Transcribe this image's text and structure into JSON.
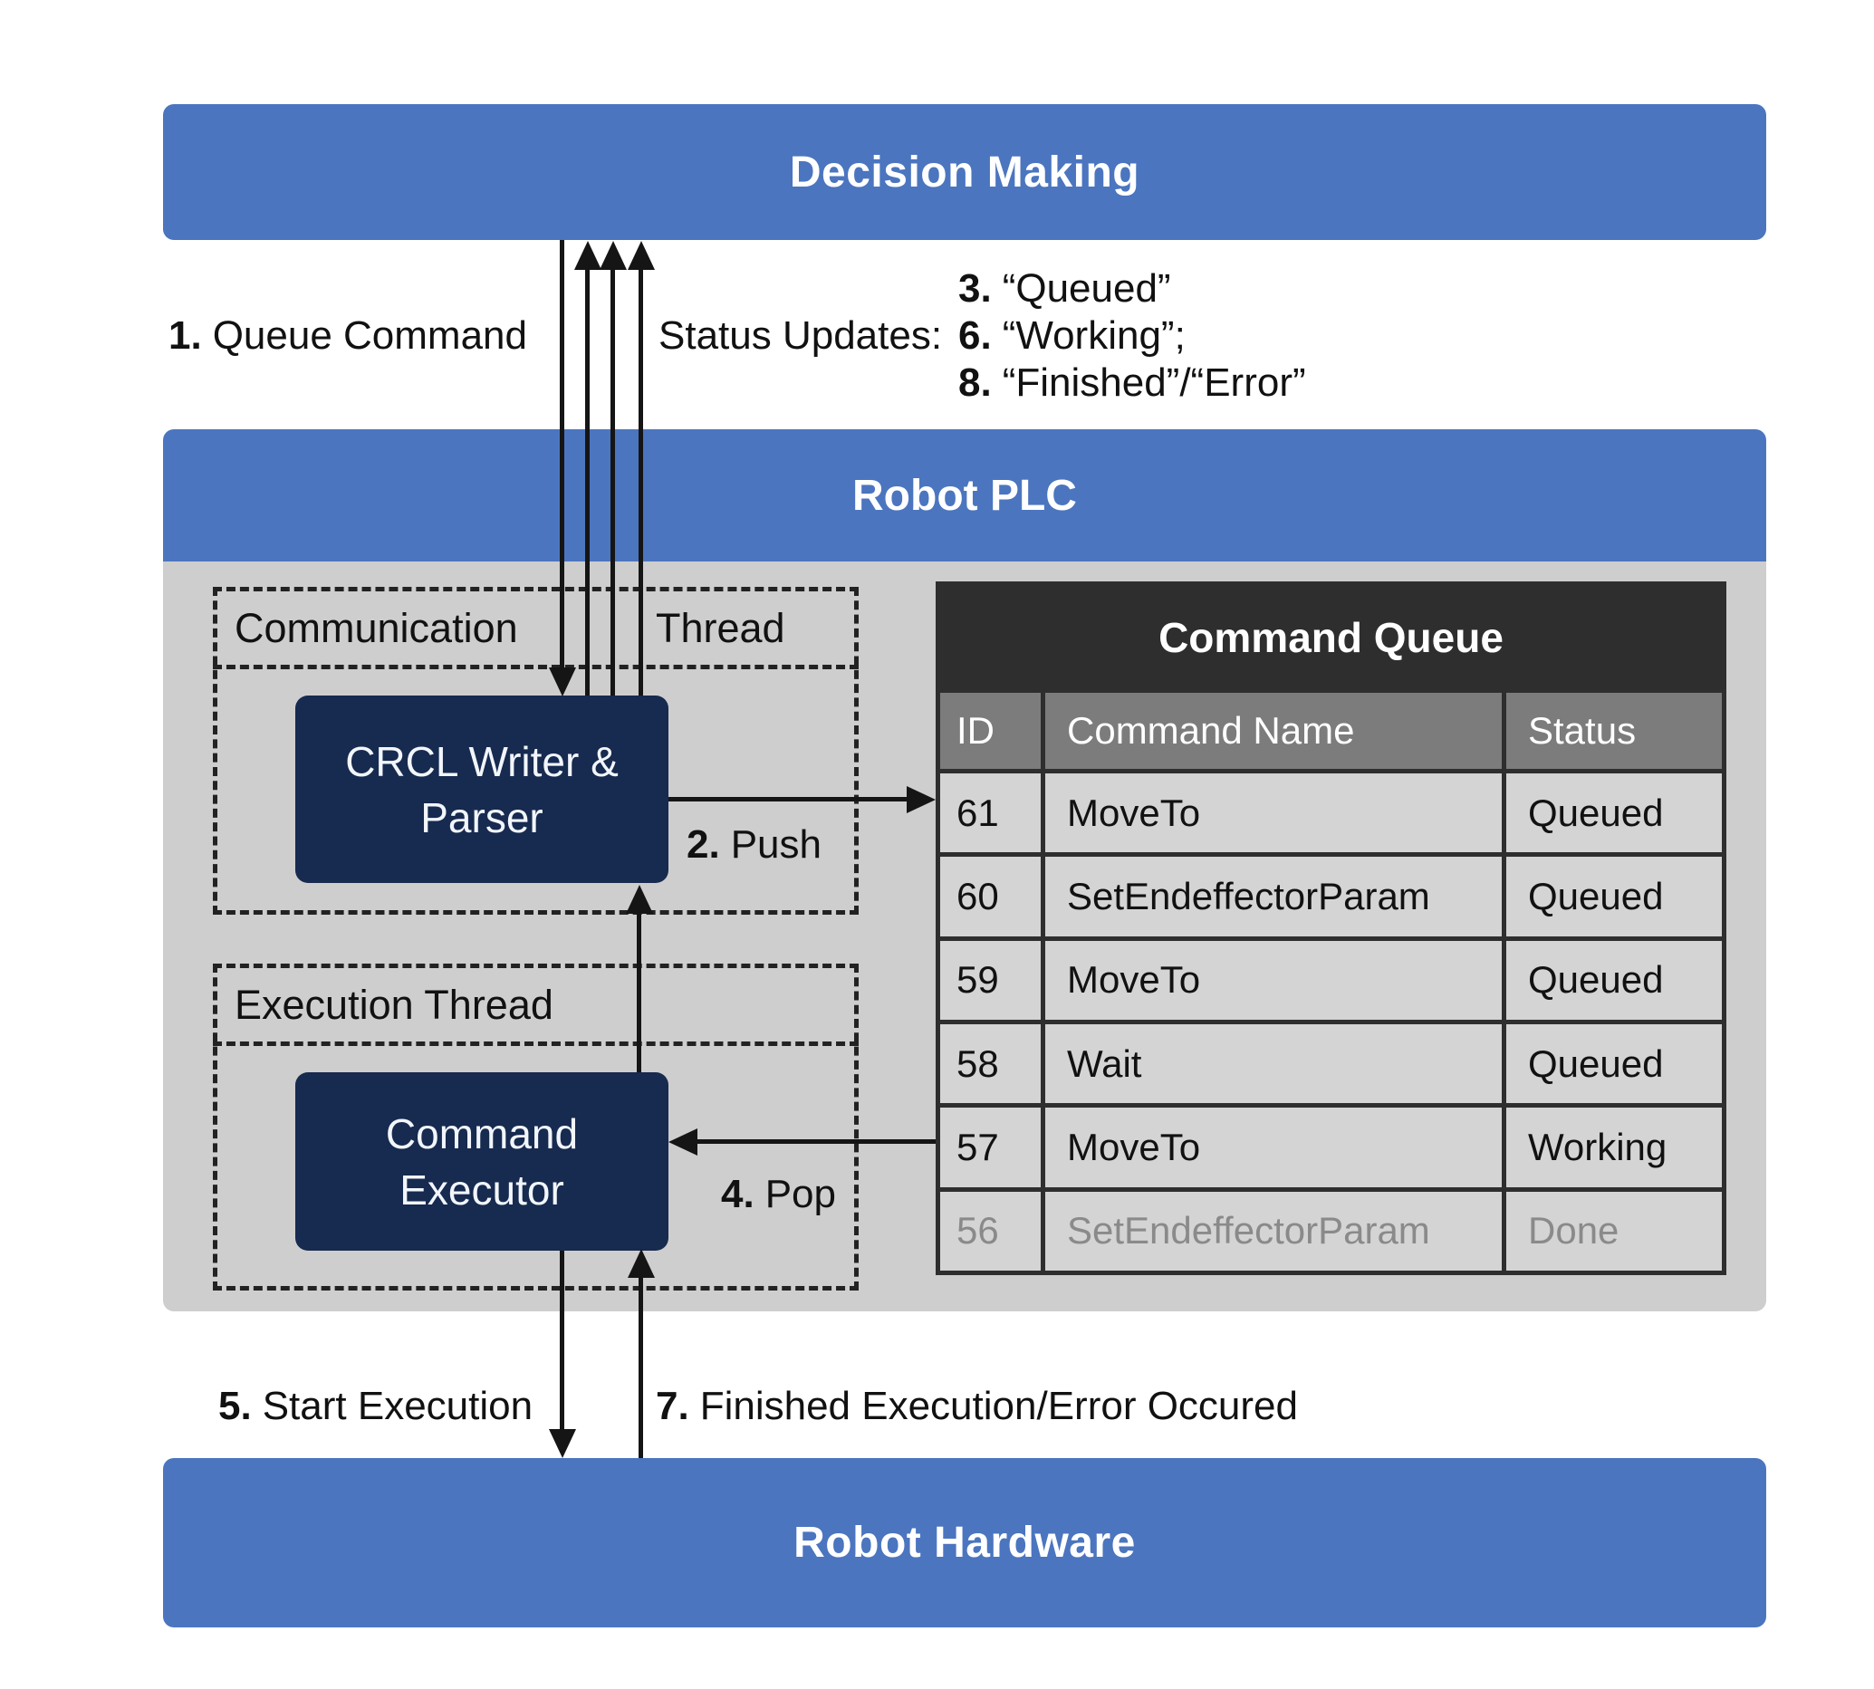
{
  "colors": {
    "layer_blue": "#4b75bf",
    "component_navy": "#172a4f",
    "plc_gray": "#cecece",
    "table_frame_dark": "#2e2e2e",
    "table_header_gray": "#7c7c7c",
    "table_row_gray": "#d4d4d4",
    "done_text_gray": "#8a8a8a",
    "arrow_black": "#151515"
  },
  "layers": {
    "decision_making": "Decision Making",
    "robot_plc": "Robot PLC",
    "robot_hardware": "Robot Hardware"
  },
  "threads": {
    "communication_left": "Communication",
    "communication_right": "Thread",
    "execution": "Execution Thread"
  },
  "boxes": {
    "crcl_line1": "CRCL Writer &",
    "crcl_line2": "Parser",
    "executor_line1": "Command",
    "executor_line2": "Executor"
  },
  "labels": {
    "queue_num": "1.",
    "queue_text": "Queue Command",
    "status_updates": "Status Updates:",
    "status3_num": "3.",
    "status3_text": "“Queued”",
    "status6_num": "6.",
    "status6_text": "“Working”;",
    "status8_num": "8.",
    "status8_text": "“Finished”/“Error”",
    "push_num": "2.",
    "push_text": "Push",
    "pop_num": "4.",
    "pop_text": "Pop",
    "start_num": "5.",
    "start_text": "Start Execution",
    "finished_num": "7.",
    "finished_text": "Finished Execution/Error Occured"
  },
  "table": {
    "title": "Command Queue",
    "columns": [
      "ID",
      "Command Name",
      "Status"
    ],
    "rows": [
      {
        "id": "61",
        "name": "MoveTo",
        "status": "Queued"
      },
      {
        "id": "60",
        "name": "SetEndeffectorParam",
        "status": "Queued"
      },
      {
        "id": "59",
        "name": "MoveTo",
        "status": "Queued"
      },
      {
        "id": "58",
        "name": "Wait",
        "status": "Queued"
      },
      {
        "id": "57",
        "name": "MoveTo",
        "status": "Working"
      },
      {
        "id": "56",
        "name": "SetEndeffectorParam",
        "status": "Done"
      }
    ]
  }
}
